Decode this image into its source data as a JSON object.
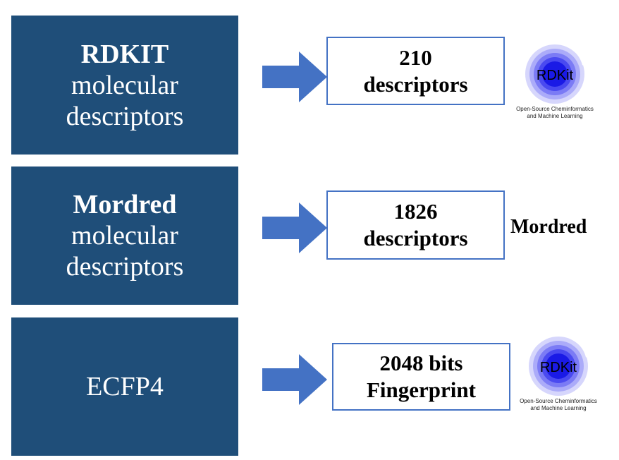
{
  "rows": [
    {
      "left_bold": "RDKIT",
      "left_line2": "molecular",
      "left_line3": "descriptors",
      "output_line1": "210",
      "output_line2": "descriptors"
    },
    {
      "left_bold": "Mordred",
      "left_line2": "molecular",
      "left_line3": "descriptors",
      "output_line1": "1826",
      "output_line2": "descriptors"
    },
    {
      "left_line1": "ECFP4",
      "output_line1": "2048 bits",
      "output_line2": "Fingerprint"
    }
  ],
  "rdkit_logo": {
    "text": "RDKit",
    "caption_line1": "Open-Source Cheminformatics",
    "caption_line2": "and Machine Learning"
  },
  "mordred_label": "Mordred",
  "colors": {
    "left_box": "#1f4e79",
    "arrow": "#4472c4",
    "output_border": "#4472c4",
    "logo_rings": [
      "#1a1ae6",
      "#4a4af0",
      "#7b7bf5",
      "#ababf9",
      "#d6d6fc"
    ]
  },
  "icons": {
    "arrow": "right-arrow-icon",
    "logo": "rdkit-logo-icon"
  }
}
